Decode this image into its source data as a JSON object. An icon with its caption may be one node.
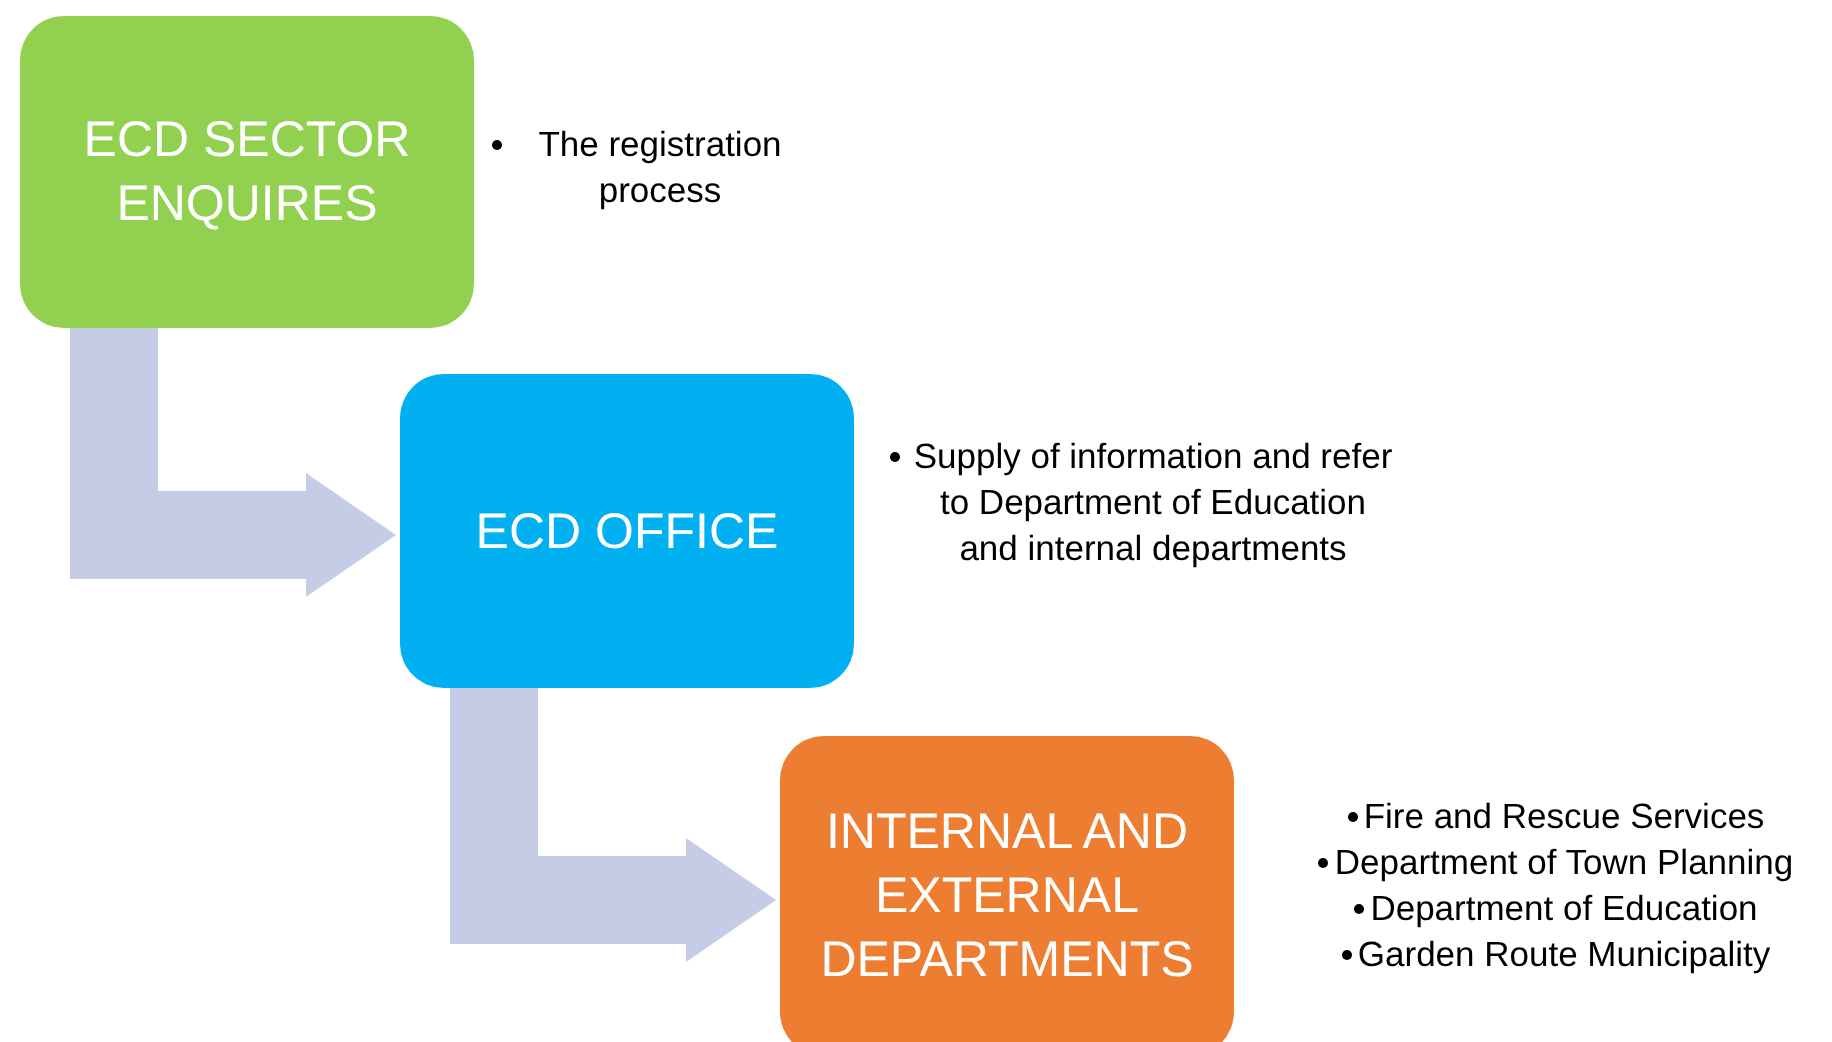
{
  "diagram": {
    "nodes": [
      {
        "text": [
          "ECD SECTOR ENQUIRES"
        ],
        "beside": [
          "The registration process"
        ]
      },
      {
        "text": [
          "ECD OFFICE"
        ],
        "beside": [
          "Supply of information and refer to Department of Education and internal departments"
        ]
      },
      {
        "text": [
          "INTERNAL AND EXTERNAL DEPARTMENTS"
        ],
        "beside": [
          "Fire and Rescue Services",
          "Department of Town Planning",
          "Department of Education",
          "Garden Route Municipality"
        ]
      }
    ],
    "edges": [
      {
        "from": 0,
        "to": 1,
        "arrow": "to"
      },
      {
        "from": 1,
        "to": 2,
        "arrow": "to"
      }
    ]
  }
}
